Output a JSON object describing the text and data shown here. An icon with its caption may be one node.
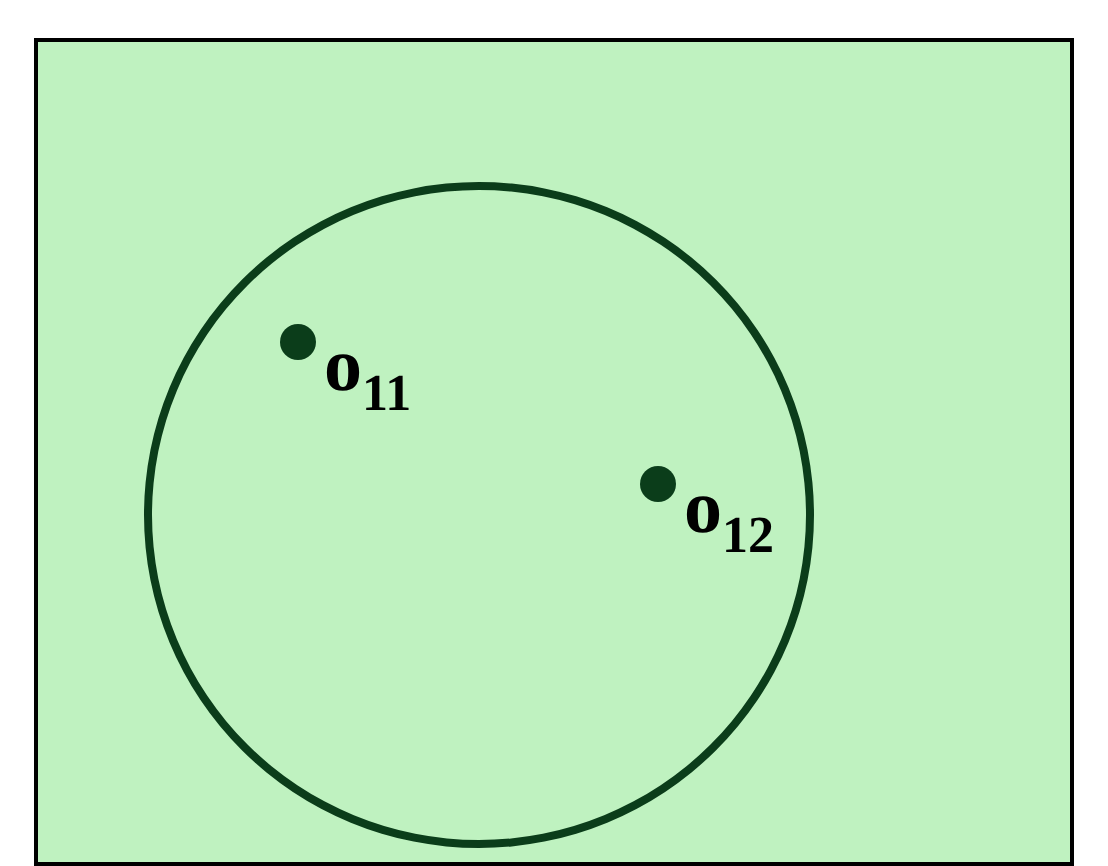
{
  "diagram": {
    "nodes": [
      {
        "text": [],
        "shape": "box"
      },
      {
        "text": [],
        "shape": "circle",
        "in": 0
      },
      {
        "text": [],
        "shape": "circle",
        "in": 1,
        "beside": [
          "o$_{11}$"
        ]
      },
      {
        "text": [],
        "shape": "circle",
        "in": 1,
        "beside": [
          "o$_{12}$"
        ]
      }
    ]
  }
}
